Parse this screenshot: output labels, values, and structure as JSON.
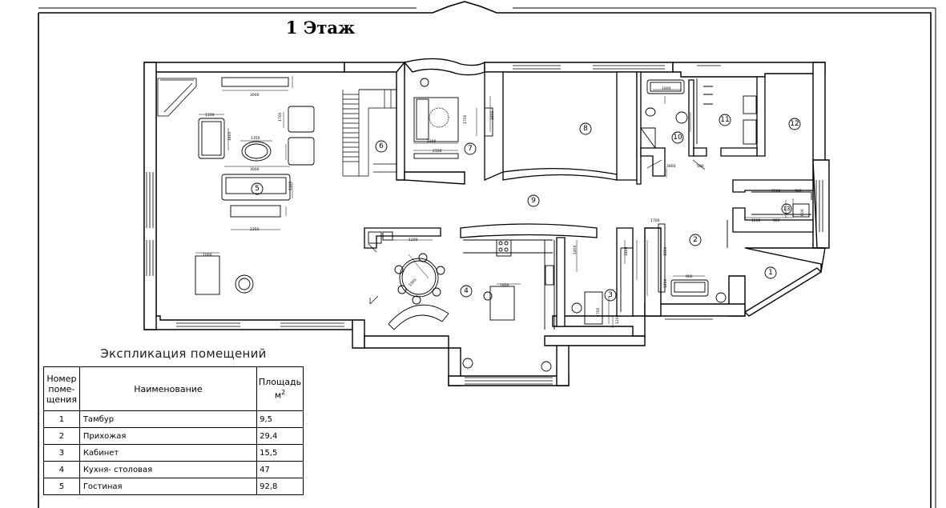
{
  "title": "1 Этаж",
  "room_markers": [
    "1",
    "2",
    "3",
    "4",
    "5",
    "6",
    "7",
    "8",
    "9",
    "10",
    "11",
    "12",
    "13"
  ],
  "dimensions": [
    "3000",
    "1100",
    "1350",
    "1700",
    "1800",
    "3000",
    "1100",
    "2350",
    "1000",
    "2100",
    "2100",
    "1700",
    "1600",
    "1800",
    "1200",
    "900",
    "1200",
    "900",
    "900",
    "1800",
    "1200",
    "1000",
    "1700",
    "1200",
    "1400",
    "1800",
    "1600",
    "1200",
    "1700",
    "2800",
    "500",
    "800",
    "800",
    "1000",
    "1200",
    "1100",
    "1500"
  ],
  "explication": {
    "heading": "Экспликация помещений",
    "columns": {
      "num_line1": "Номер",
      "num_line2": "поме-",
      "num_line3": "щения",
      "name": "Наименование",
      "area_line1": "Площадь",
      "area_unit": "м",
      "area_exp": "2"
    },
    "rows": [
      {
        "num": "1",
        "name": "Тамбур",
        "area": "9,5"
      },
      {
        "num": "2",
        "name": "Прихожая",
        "area": "29,4"
      },
      {
        "num": "3",
        "name": "Кабинет",
        "area": "15,5"
      },
      {
        "num": "4",
        "name": "Кухня- столовая",
        "area": "47"
      },
      {
        "num": "5",
        "name": "Гостиная",
        "area": "92,8"
      }
    ]
  }
}
